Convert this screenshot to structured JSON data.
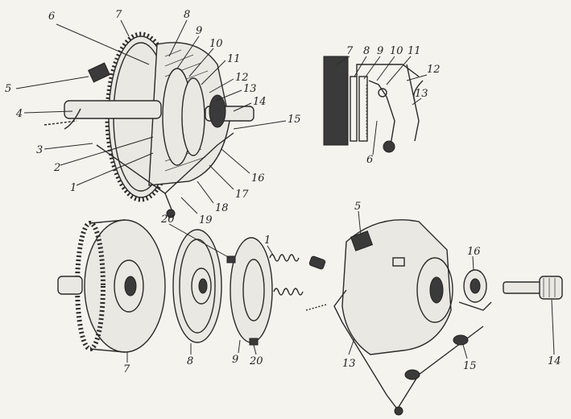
{
  "figure": {
    "labels": {
      "assembled_view": [
        "6",
        "7",
        "8",
        "9",
        "10",
        "11",
        "12",
        "13",
        "14",
        "15",
        "16",
        "17",
        "18",
        "19",
        "1",
        "2",
        "3",
        "4",
        "5"
      ],
      "schematic": [
        "7",
        "8",
        "9",
        "10",
        "11",
        "12",
        "13",
        "6"
      ],
      "exploded_view": [
        "20",
        "1",
        "7",
        "8",
        "9",
        "20",
        "5",
        "16",
        "13",
        "15",
        "14"
      ]
    }
  }
}
